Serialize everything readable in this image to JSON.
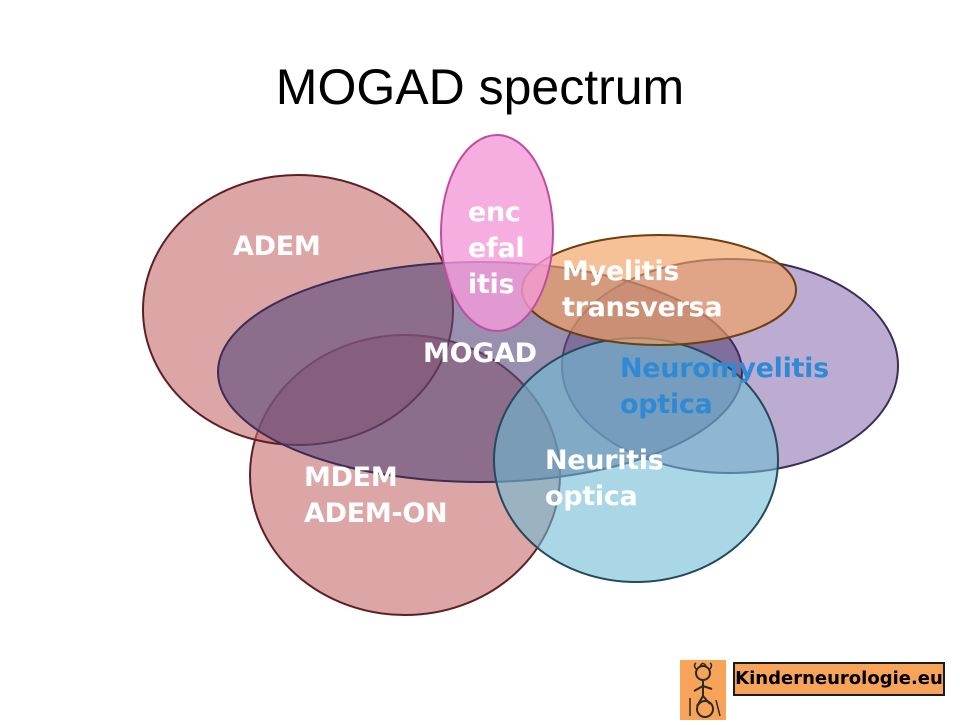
{
  "title": "MOGAD spectrum",
  "labels": {
    "adem": "ADEM",
    "encefalitis": [
      "enc",
      "efal",
      "itis"
    ],
    "myelitis": [
      "Myelitis",
      "transversa"
    ],
    "mogad": "MOGAD",
    "nmo": [
      "Neuromyelitis",
      "optica"
    ],
    "neuritis": [
      "Neuritis",
      "optica"
    ],
    "mdem": [
      "MDEM",
      "ADEM-ON"
    ]
  },
  "logo": {
    "text": "Kinderneurologie.eu",
    "icon": "child-wheelchair-icon"
  },
  "colors": {
    "adem": "#c46a6a",
    "mogad": "#5b4a7c",
    "mdem": "#c46a6a",
    "neuritis": "#6fbcd3",
    "nmo": "#9a80b8",
    "myelitis": "#f3a060",
    "encefalitis": "#f49ad8",
    "logo": "#f7a35a"
  }
}
